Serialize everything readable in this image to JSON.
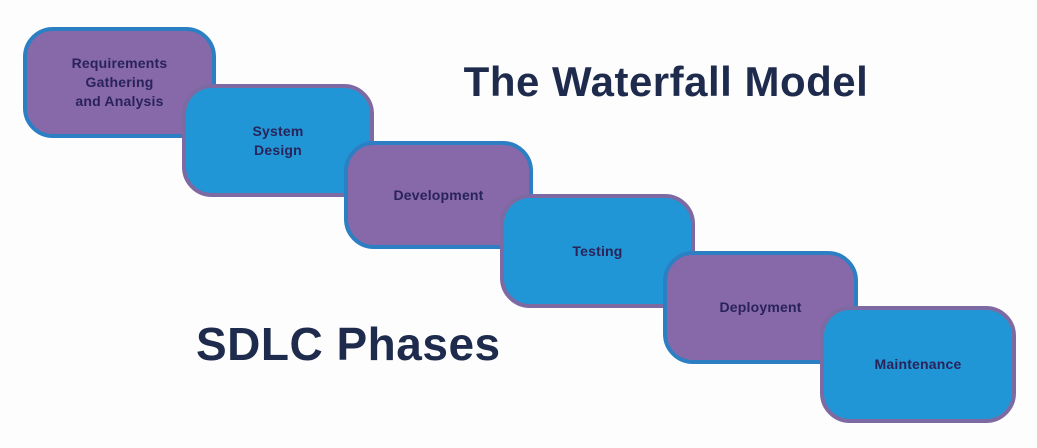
{
  "title": "The Waterfall Model",
  "subtitle": "SDLC Phases",
  "phases": [
    {
      "label": "Requirements Gathering\nand Analysis",
      "scheme": "purple",
      "fill": "#8768a9",
      "border": "#2d7fc3"
    },
    {
      "label": "System\nDesign",
      "scheme": "blue",
      "fill": "#2196d6",
      "border": "#7e6aa2"
    },
    {
      "label": "Development",
      "scheme": "purple",
      "fill": "#8768a9",
      "border": "#2d7fc3"
    },
    {
      "label": "Testing",
      "scheme": "blue",
      "fill": "#2196d6",
      "border": "#7e6aa2"
    },
    {
      "label": "Deployment",
      "scheme": "purple",
      "fill": "#8768a9",
      "border": "#2d7fc3"
    },
    {
      "label": "Maintenance",
      "scheme": "blue",
      "fill": "#2196d6",
      "border": "#7e6aa2"
    }
  ],
  "colors": {
    "purple_fill": "#8768a9",
    "blue_fill": "#2196d6",
    "purple_border": "#7e6aa2",
    "blue_border": "#2d7fc3",
    "heading_text": "#1e2b4d",
    "box_text": "#29235a",
    "background": "#fdfdfd"
  }
}
